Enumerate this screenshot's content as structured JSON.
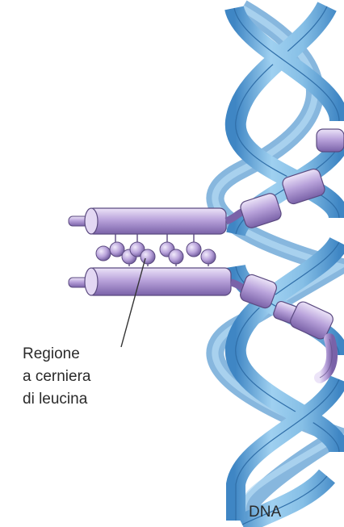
{
  "diagram": {
    "annotation": {
      "line1": "Regione",
      "line2": "a cerniera",
      "line3": "di leucina"
    },
    "dna_label": "DNA",
    "colors": {
      "dna_strand": "#86bfe6",
      "dna_strand_dark": "#3f86c4",
      "protein": "#b9a3db",
      "protein_dark": "#7a62a8",
      "leader_line": "#333333"
    },
    "icons": {
      "helix": "double-helix-shape",
      "protein_cylinder": "alpha-helix-cylinder",
      "leucine_bead": "sphere-on-stalk"
    }
  }
}
